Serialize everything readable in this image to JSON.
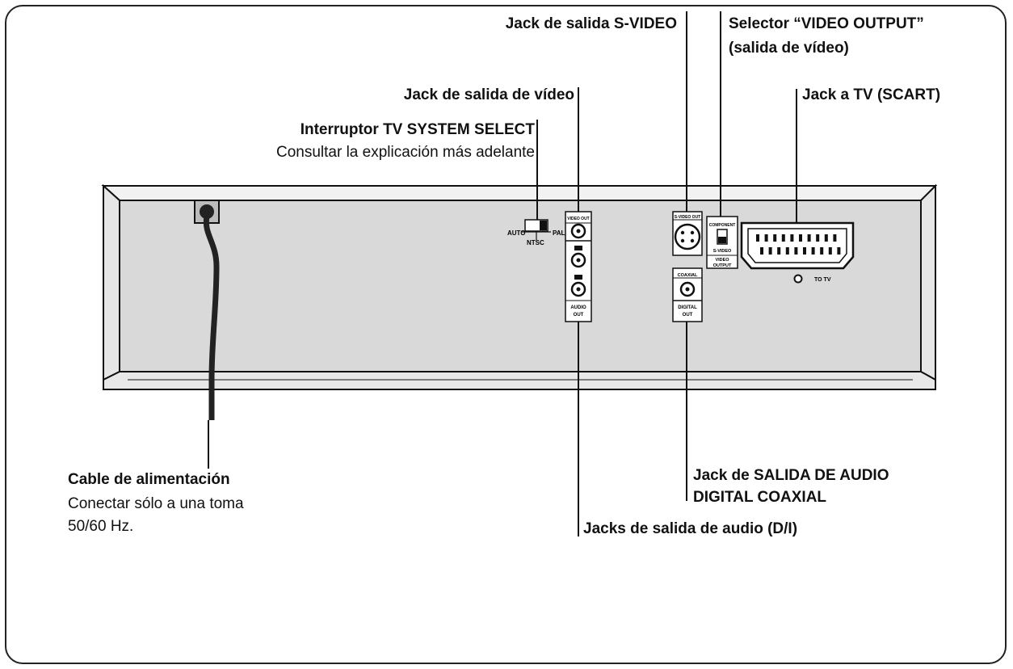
{
  "callouts": {
    "svideo": "Jack de salida S-VIDEO",
    "selector_line1": "Selector “VIDEO OUTPUT”",
    "selector_line2": "(salida de vídeo)",
    "video_out": "Jack de salida de vídeo",
    "scart": "Jack a TV (SCART)",
    "tv_system_title": "Interruptor TV SYSTEM SELECT",
    "tv_system_note": "Consultar la explicación más adelante",
    "power_title": "Cable de alimentación",
    "power_line1": "Conectar sólo a una toma",
    "power_line2": "50/60 Hz.",
    "digital_line1": "Jack de SALIDA DE AUDIO",
    "digital_line2": "DIGITAL COAXIAL",
    "audio_out": "Jacks de salida de audio (D/I)"
  },
  "panel_text": {
    "auto": "AUTO",
    "ntsc": "NTSC",
    "pal": "PAL",
    "video_out": "VIDEO OUT",
    "audio": "AUDIO",
    "out": "OUT",
    "svideo_out": "S-VIDEO OUT",
    "component": "COMPONENT",
    "svideo": "S-VIDEO",
    "video": "VIDEO",
    "output": "OUTPUT",
    "coaxial": "COAXIAL",
    "digital": "DIGITAL",
    "to_tv": "TO TV"
  },
  "colors": {
    "panel_fill": "#d9d9d9",
    "panel_top": "#f2f2f2",
    "line": "#111111"
  }
}
